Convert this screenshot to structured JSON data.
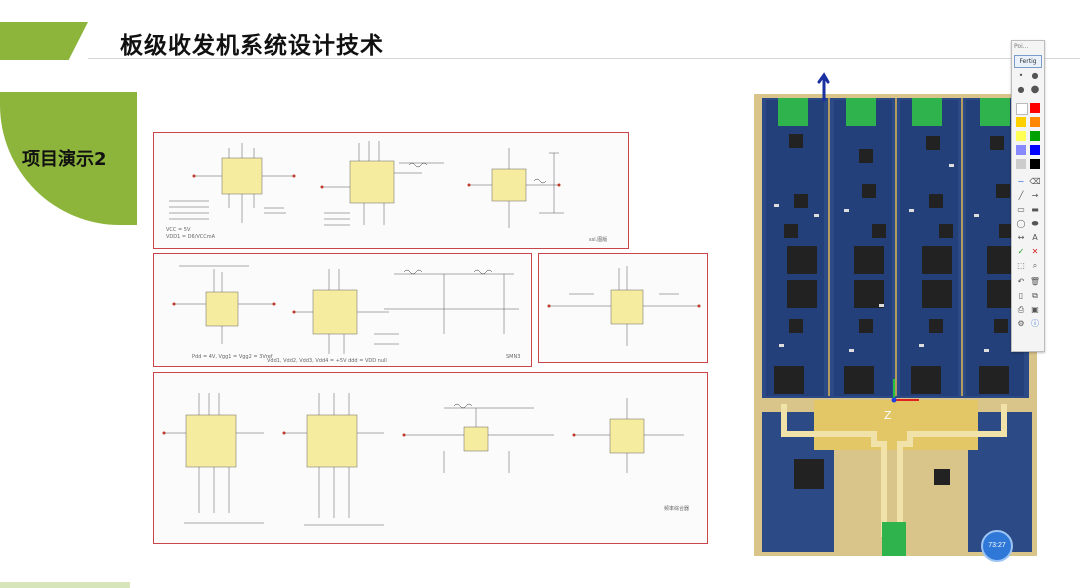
{
  "slide": {
    "title": "板级收发机系统设计技术",
    "section": "项目演示2"
  },
  "panels": {
    "top": {
      "caption": "ssl.图版"
    },
    "mid_left": {
      "caption_a": "Pdd = 4V, Vgg1 = Vgg2 = 3Vref",
      "caption_b": "Vdd1, Vdd2, Vdd3, Vdd4 = +5V  ddd = VDD null",
      "tag": "SMN3"
    },
    "bottom": {
      "caption": "频率综合器"
    },
    "top_caption_left_a": "VCC = 5V",
    "top_caption_left_b": "VDD1 = D6/VCCmA"
  },
  "toolbar": {
    "title": "Poi...",
    "button": "Fertig",
    "swatches": [
      "#333333",
      "#777777",
      "#ffffff",
      "#ff0000",
      "#ffff00",
      "#ff8800",
      "#ffff55",
      "#00a000",
      "#33cc33",
      "#8888ff",
      "#0000ff",
      "#cccccc",
      "#000000"
    ],
    "tool_a": "A",
    "tool_check": "✓",
    "tool_x": "✕"
  },
  "board": {
    "axis_label": "Z"
  },
  "clock": {
    "time": "73:27"
  }
}
